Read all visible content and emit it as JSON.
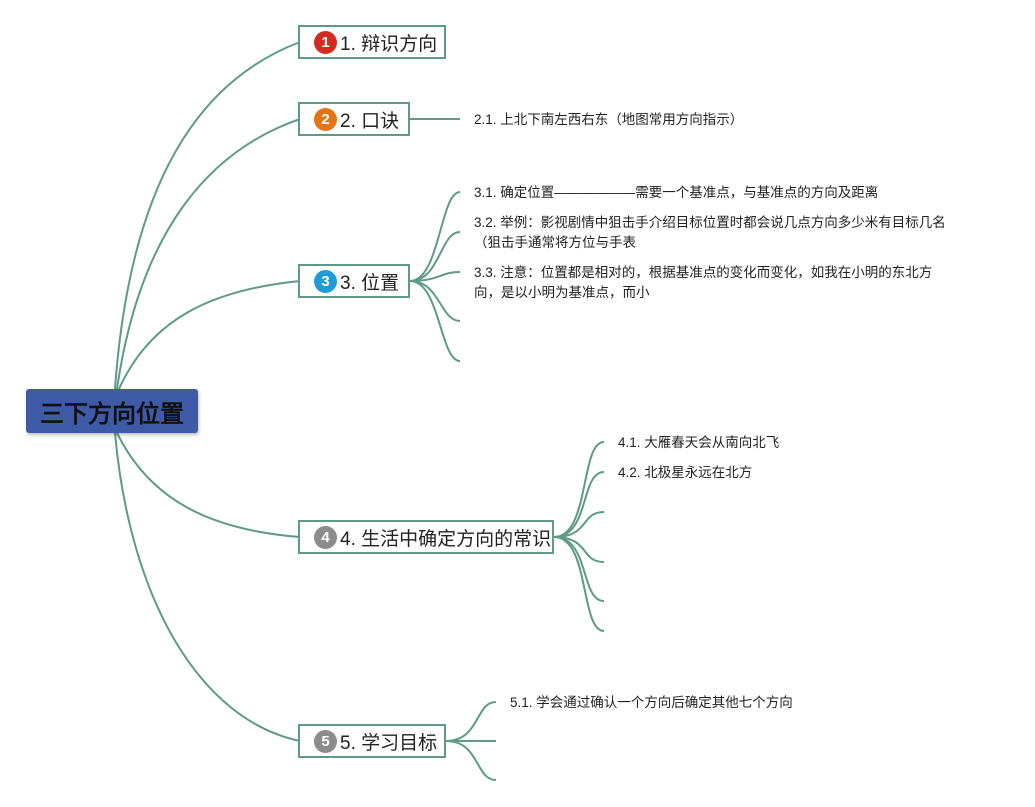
{
  "root": {
    "title": "三下方向位置"
  },
  "colors": {
    "connector": "#5e9a87",
    "root_fill": "#3f5aa6",
    "badge_1": "#d42b1e",
    "badge_2": "#e67315",
    "badge_3": "#1f9bd7",
    "badge_4": "#8c8c8c",
    "badge_5": "#8c8c8c"
  },
  "topics": [
    {
      "badge": "1",
      "label": "1. 辩识方向",
      "subtopics": []
    },
    {
      "badge": "2",
      "label": "2. 口诀",
      "subtopics": [
        "2.1. 上北下南左西右东（地图常用方向指示）"
      ]
    },
    {
      "badge": "3",
      "label": "3. 位置",
      "subtopics": [
        "3.1. 确定位置——————需要一个基准点，与基准点的方向及距离",
        "3.2. 举例：影视剧情中狙击手介绍目标位置时都会说几点方向多少米有目标几名（狙击手通常将方位与手表",
        "3.3. 注意：位置都是相对的，根据基准点的变化而变化，如我在小明的东北方向，是以小明为基准点，而小"
      ]
    },
    {
      "badge": "4",
      "label": "4. 生活中确定方向的常识",
      "subtopics": [
        "4.1. 大雁春天会从南向北飞",
        "4.2. 北极星永远在北方"
      ]
    },
    {
      "badge": "5",
      "label": "5. 学习目标",
      "subtopics": [
        "5.1. 学会通过确认一个方向后确定其他七个方向"
      ]
    }
  ]
}
